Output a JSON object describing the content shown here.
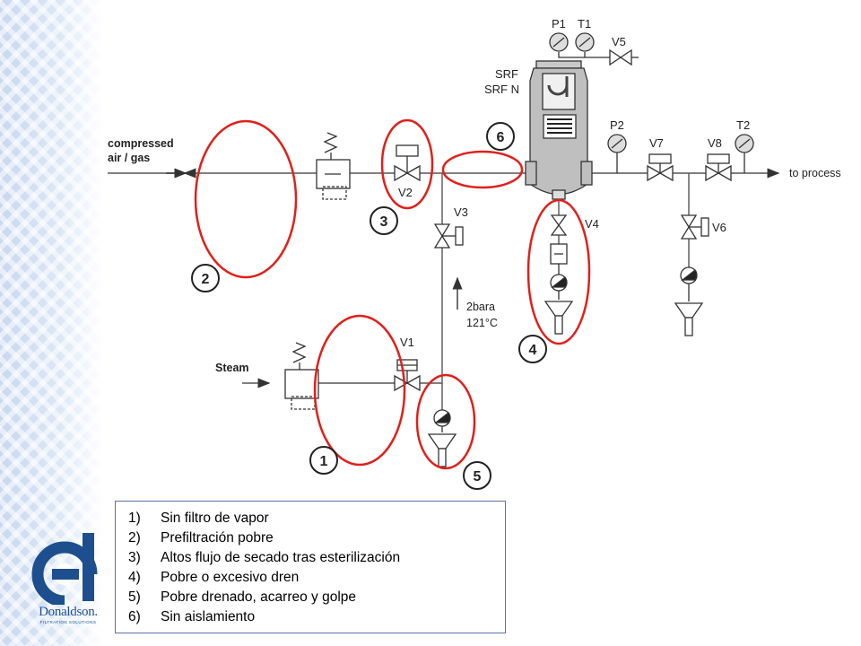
{
  "diagram": {
    "inlet_label_1": "compressed",
    "inlet_label_2": "air / gas",
    "outlet_label": "to process",
    "steam_label": "Steam",
    "filter_label_1": "SRF",
    "filter_label_2": "SRF N",
    "condition_1": "2bara",
    "condition_2": "121°C",
    "instruments": {
      "p1": "P1",
      "t1": "T1",
      "p2": "P2",
      "t2": "T2",
      "v1": "V1",
      "v2": "V2",
      "v3": "V3",
      "v4": "V4",
      "v5": "V5",
      "v6": "V6",
      "v7": "V7",
      "v8": "V8"
    },
    "markers": {
      "m1": "1",
      "m2": "2",
      "m3": "3",
      "m4": "4",
      "m5": "5",
      "m6": "6"
    },
    "highlight_color": "#e0201b",
    "line_color": "#333333"
  },
  "legend": {
    "items": [
      {
        "num": "1)",
        "text": "Sin filtro de vapor"
      },
      {
        "num": "2)",
        "text": "Prefiltración pobre"
      },
      {
        "num": "3)",
        "text": "Altos flujo de secado tras esterilización"
      },
      {
        "num": "4)",
        "text": "Pobre  o excesivo dren"
      },
      {
        "num": "5)",
        "text": "Pobre drenado, acarreo y golpe"
      },
      {
        "num": "6)",
        "text": "Sin aislamiento"
      }
    ]
  },
  "logo": {
    "brand": "Donaldson.",
    "tagline": "FILTRATION SOLUTIONS",
    "color": "#1d4f8f"
  }
}
